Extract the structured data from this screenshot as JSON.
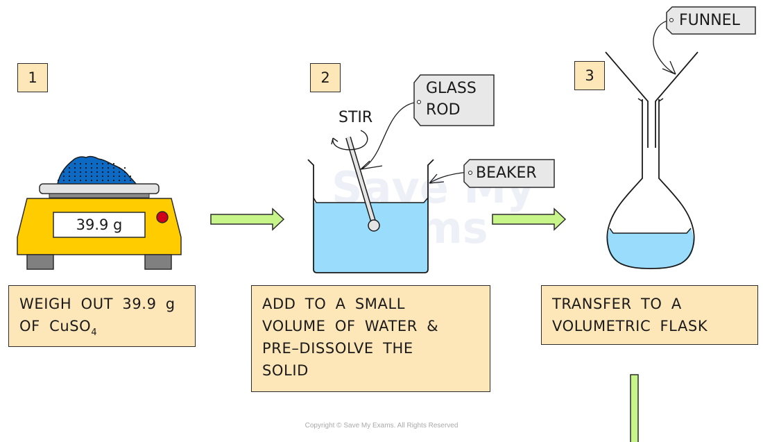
{
  "diagram": {
    "title": "Preparing a standard solution of CuSO4",
    "colors": {
      "step_box_fill": "#fde6b8",
      "arrow_fill": "#c8f58a",
      "water": "#99dcfb",
      "crystals": "#0c6ac4",
      "balance_body": "#ffcc00",
      "balance_button": "#d0021b",
      "label_tag_fill": "#e8e8e8"
    },
    "steps": [
      {
        "number": "1",
        "caption_line1": "WEIGH OUT 39.9 g",
        "caption_line2_prefix": "OF CuSO",
        "caption_line2_subscript": "4",
        "balance_display": "39.9 g"
      },
      {
        "number": "2",
        "caption_lines": [
          "ADD TO A SMALL",
          "VOLUME OF WATER &",
          "PRE–DISSOLVE THE",
          "SOLID"
        ],
        "annotation_stir": "STIR",
        "labels": {
          "glass_rod_line1": "GLASS",
          "glass_rod_line2": "ROD",
          "beaker": "BEAKER"
        }
      },
      {
        "number": "3",
        "caption_lines": [
          "TRANSFER TO A",
          "VOLUMETRIC FLASK"
        ],
        "labels": {
          "funnel": "FUNNEL"
        }
      }
    ],
    "watermark_line1": "Save My",
    "watermark_line2": "Exams",
    "copyright": "Copyright © Save My Exams. All Rights Reserved"
  }
}
